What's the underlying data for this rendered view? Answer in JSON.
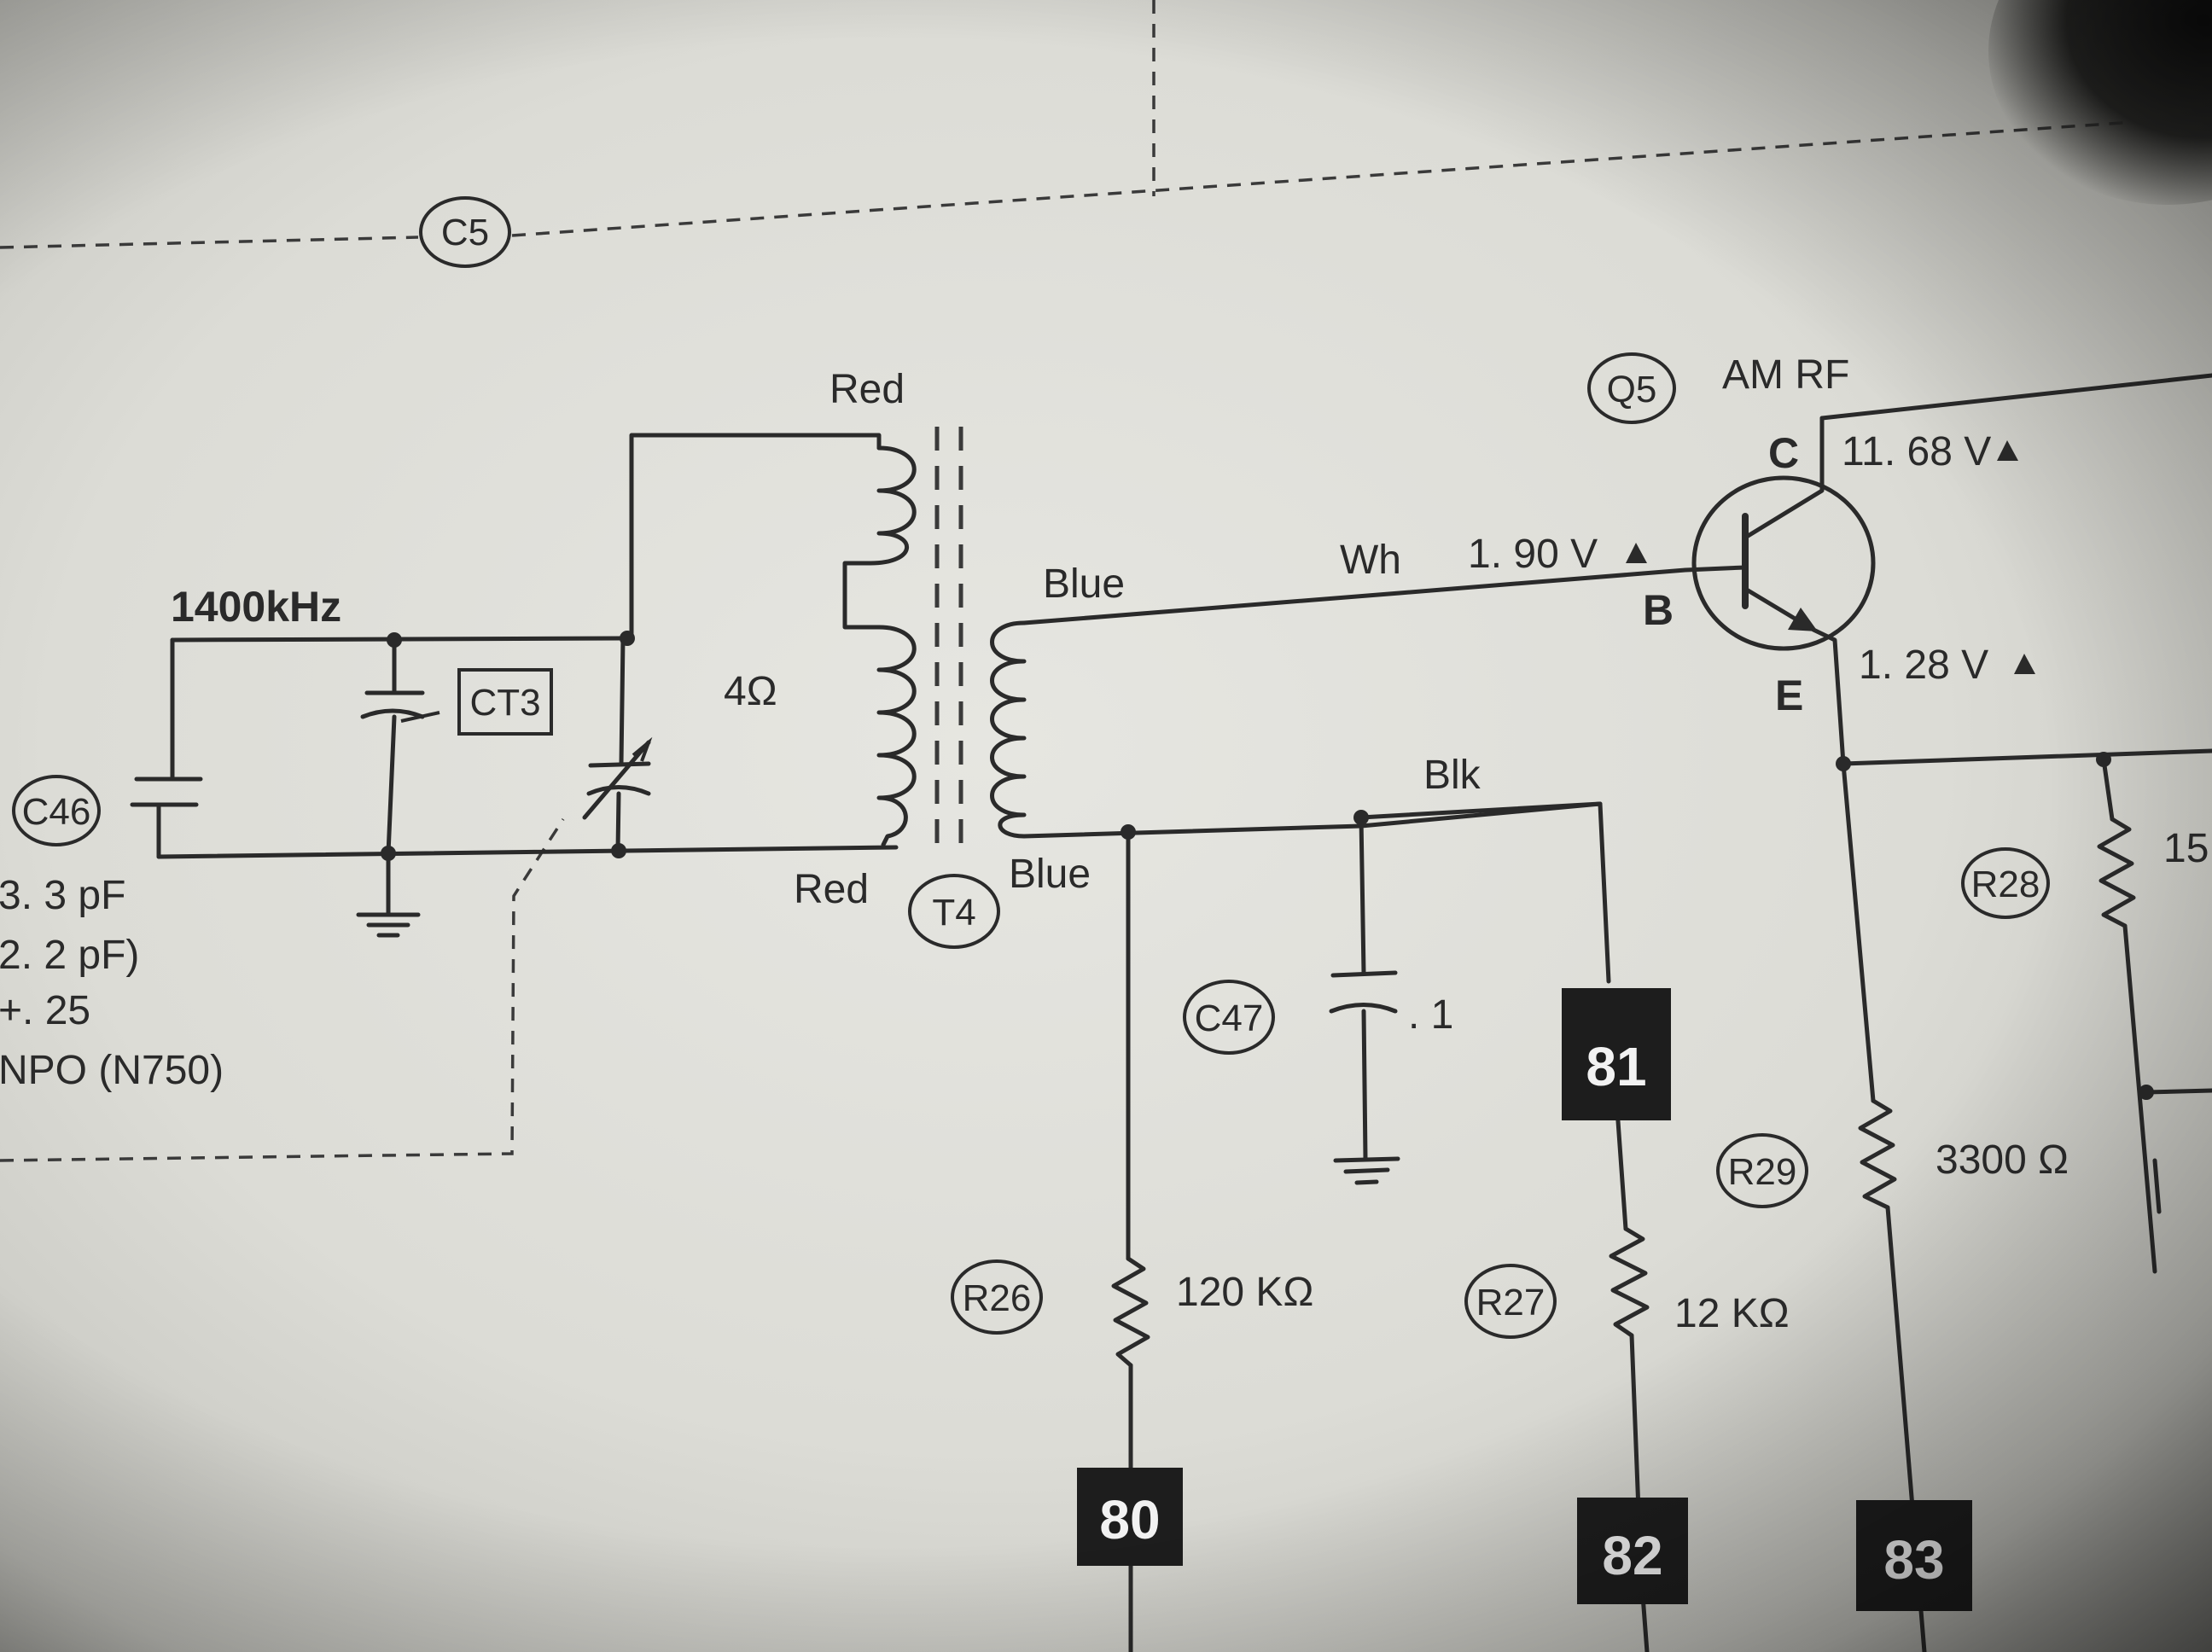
{
  "labels": {
    "freq": "1400kHz",
    "ct3": "CT3",
    "c46": "C46",
    "c46_val1": "3. 3 pF",
    "c46_val2": "2. 2 pF)",
    "c46_val3": "+. 25",
    "c46_val4": "NPO (N750)",
    "red_top": "Red",
    "red_bot": "Red",
    "ohms4": "4Ω",
    "t4": "T4",
    "blue_top": "Blue",
    "blue_bot": "Blue",
    "wh": "Wh",
    "base_v": "1. 90 V",
    "q5": "Q5",
    "am_rf": "AM RF",
    "c_pin": "C",
    "b_pin": "B",
    "e_pin": "E",
    "coll_v": "11. 68 V",
    "emit_v": "1. 28 V",
    "blk": "Blk",
    "c47": "C47",
    "c47_val": ". 1",
    "c5": "C5",
    "r26": "R26",
    "r26_val": "120 KΩ",
    "r27": "R27",
    "r27_val": "12 KΩ",
    "r28": "R28",
    "r28_val": "15",
    "r29": "R29",
    "r29_val": "3300 Ω",
    "term80": "80",
    "term81": "81",
    "term82": "82",
    "term83": "83"
  },
  "colors": {
    "ink": "#2a2a2a",
    "paper": "#e3e3de",
    "terminal_box": "#1d1d1d",
    "terminal_text": "#f2f2f2"
  }
}
